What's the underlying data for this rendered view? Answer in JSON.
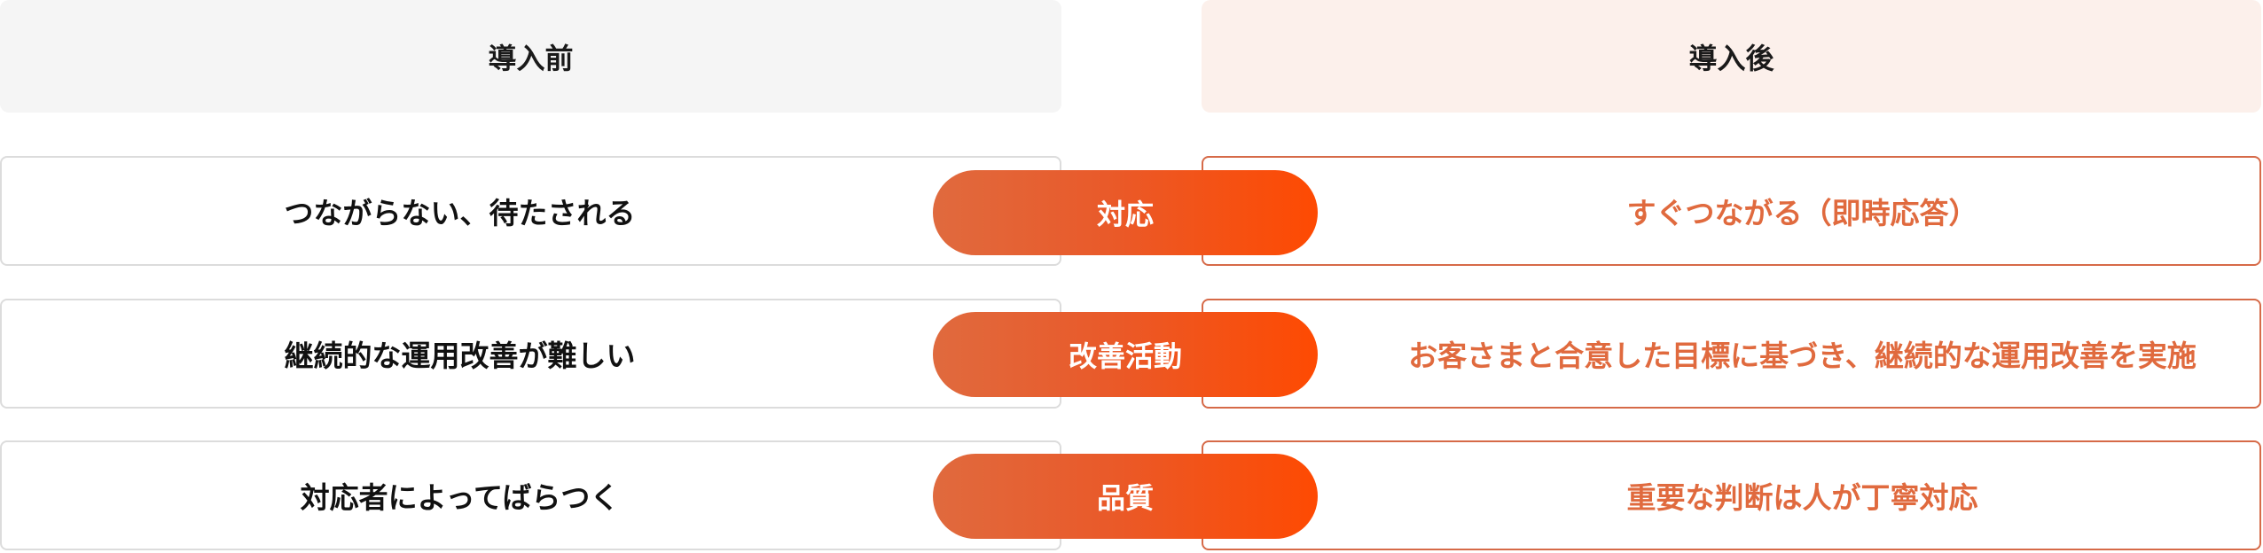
{
  "header": {
    "before_label": "導入前",
    "after_label": "導入後"
  },
  "rows": [
    {
      "category": "対応",
      "before": "つながらない、待たされる",
      "after": "すぐつながる（即時応答）"
    },
    {
      "category": "改善活動",
      "before": "継続的な運用改善が難しい",
      "after": "お客さまと合意した目標に基づき、継続的な運用改善を実施"
    },
    {
      "category": "品質",
      "before": "対応者によってばらつく",
      "after": "重要な判断は人が丁寧対応"
    }
  ],
  "colors": {
    "accent": "#fe4a02",
    "accent_start": "#e06a3e",
    "after_text": "#e06a3e",
    "after_border": "#d66a48",
    "before_border": "#dcdcdc",
    "before_header_bg": "#f5f5f5",
    "after_header_bg": "#fcf0eb"
  }
}
